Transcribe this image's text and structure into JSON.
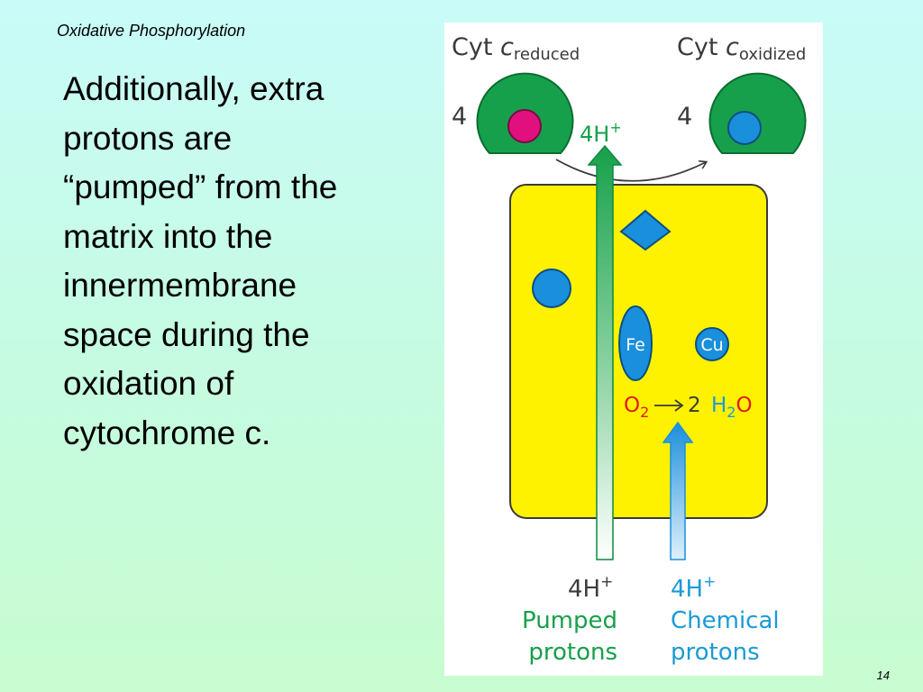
{
  "slide": {
    "title": "Oxidative Phosphorylation",
    "body_lines": [
      "Additionally, extra",
      "protons are",
      "“pumped” from the",
      "matrix into the",
      "innermembrane",
      "space during the",
      "oxidation of",
      "cytochrome c."
    ],
    "page_number": "14"
  },
  "figure": {
    "cyt_reduced": {
      "prefix": "Cyt ",
      "italic": "c",
      "subscript": "reduced",
      "count": "4"
    },
    "cyt_oxidized": {
      "prefix": "Cyt ",
      "italic": "c",
      "subscript": "oxidized",
      "count": "4"
    },
    "top_protons": {
      "base": "4H",
      "sup": "+"
    },
    "fe_label": "Fe",
    "cu_label": "Cu",
    "reaction": {
      "o": "O",
      "o_sub": "2",
      "coef": "2",
      "h": "H",
      "h_sub": "2",
      "h_o": "O"
    },
    "pumped": {
      "base": "4H",
      "sup": "+",
      "line1": "Pumped",
      "line2": "protons"
    },
    "chemical": {
      "base": "4H",
      "sup": "+",
      "line1": "Chemical",
      "line2": "protons"
    },
    "colors": {
      "green_dark": "#0a8a3e",
      "green_fill": "#17a04b",
      "magenta": "#e0117f",
      "blue": "#1a8fdc",
      "blue_text": "#1c9ad6",
      "yellow": "#fff200",
      "red": "#e21b1b",
      "text_dark": "#3a3a3a"
    }
  }
}
